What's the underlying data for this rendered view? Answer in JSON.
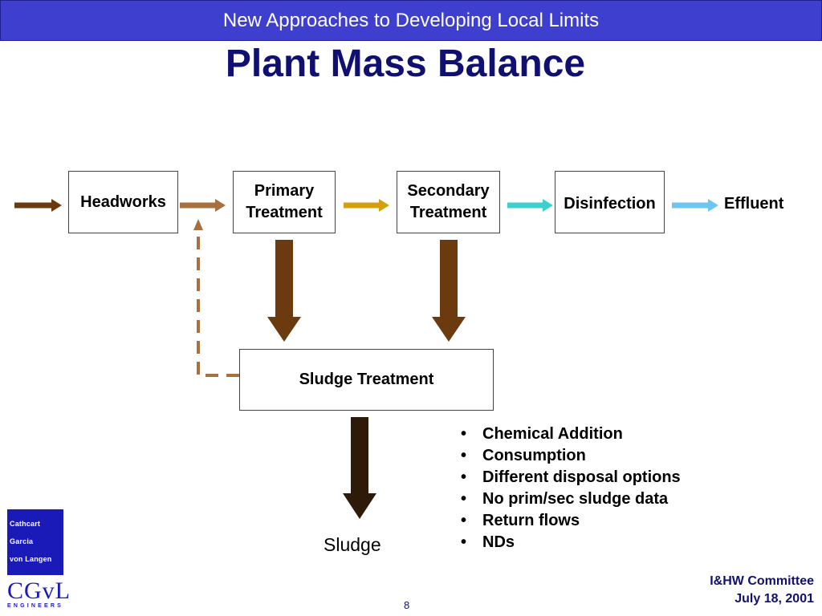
{
  "header": {
    "title": "New Approaches to Developing Local Limits"
  },
  "slide": {
    "title": "Plant Mass Balance"
  },
  "diagram": {
    "boxes": {
      "headworks": "Headworks",
      "primary_line1": "Primary",
      "primary_line2": "Treatment",
      "secondary_line1": "Secondary",
      "secondary_line2": "Treatment",
      "disinfection": "Disinfection",
      "sludge_treatment": "Sludge Treatment"
    },
    "outputs": {
      "effluent": "Effluent",
      "sludge": "Sludge"
    },
    "colors": {
      "influent": "#6b3a0e",
      "to_primary": "#a8703e",
      "to_secondary": "#d4a010",
      "to_disinfection": "#3ecfcf",
      "effluent": "#6ec6f0",
      "sludge_down": "#6b3a0e",
      "sludge_out": "#2e1a08",
      "recycle_dashed": "#a8703e"
    }
  },
  "notes": [
    "Chemical Addition",
    "Consumption",
    "Different disposal options",
    "No prim/sec  sludge data",
    "Return flows",
    "NDs"
  ],
  "footer": {
    "logo_lines": [
      "Cathcart",
      "Garcia",
      "von Langen"
    ],
    "logo_mark": "CGvL",
    "logo_sub": "ENGINEERS",
    "committee": "I&HW Committee",
    "date": "July 18, 2001",
    "page": "8"
  }
}
